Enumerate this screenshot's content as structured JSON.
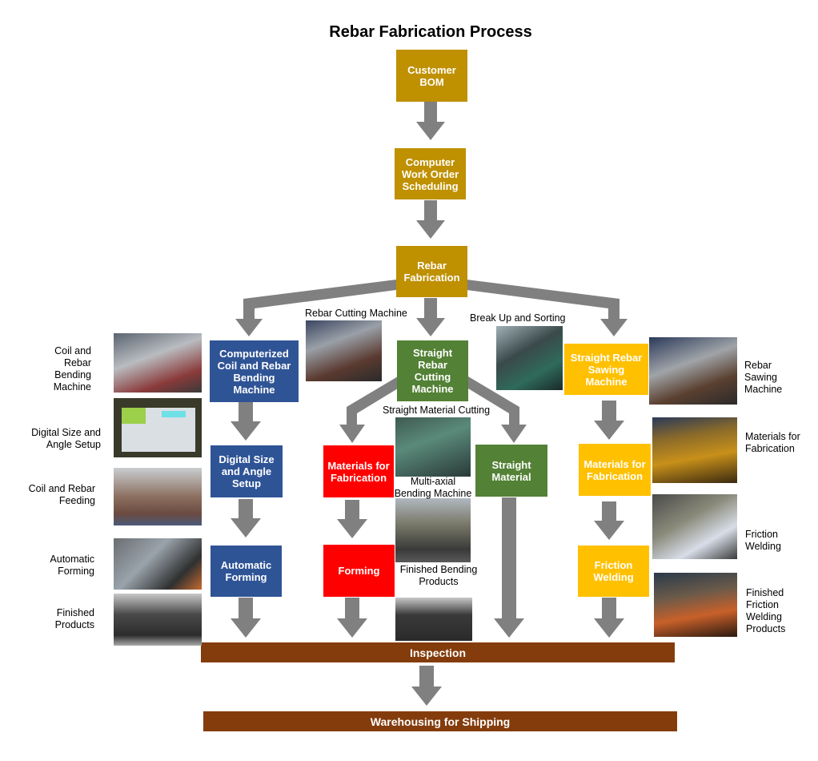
{
  "title": "Rebar Fabrication Process",
  "colors": {
    "gold": "#BF9000",
    "blue": "#2F5496",
    "green": "#538135",
    "red": "#FF0000",
    "yellow": "#FFC000",
    "brown": "#843C0C",
    "arrow": "#808080"
  },
  "main_flow": {
    "customer_bom": "Customer BOM",
    "work_order": "Computer Work Order Scheduling",
    "rebar_fabrication": "Rebar Fabrication"
  },
  "left_branch": {
    "steps": [
      "Computerized Coil and Rebar Bending Machine",
      "Digital Size and Angle Setup",
      "Automatic Forming"
    ],
    "photo_labels": [
      "Coil and Rebar Bending Machine",
      "Digital Size and Angle Setup",
      "Coil and Rebar Feeding",
      "Automatic Forming",
      "Finished Products"
    ]
  },
  "middle_branch": {
    "head": "Straight Rebar Cutting Machine",
    "bend_steps": [
      "Materials for Fabrication",
      "Forming"
    ],
    "straight_step": "Straight Material",
    "photo_labels": {
      "rebar_cutting": "Rebar Cutting Machine",
      "straight_cutting": "Straight Material Cutting",
      "multi_axial": "Multi-axial Bending Machine",
      "finished_bending": "Finished Bending Products"
    }
  },
  "right_branch": {
    "steps": [
      "Straight Rebar Sawing Machine",
      "Materials for Fabrication",
      "Friction Welding"
    ],
    "break_up_label": "Break Up and Sorting",
    "photo_labels": [
      "Rebar Sawing Machine",
      "Materials for Fabrication",
      "Friction Welding",
      "Finished Friction Welding Products"
    ]
  },
  "bottom": {
    "inspection": "Inspection",
    "warehousing": "Warehousing for Shipping"
  }
}
